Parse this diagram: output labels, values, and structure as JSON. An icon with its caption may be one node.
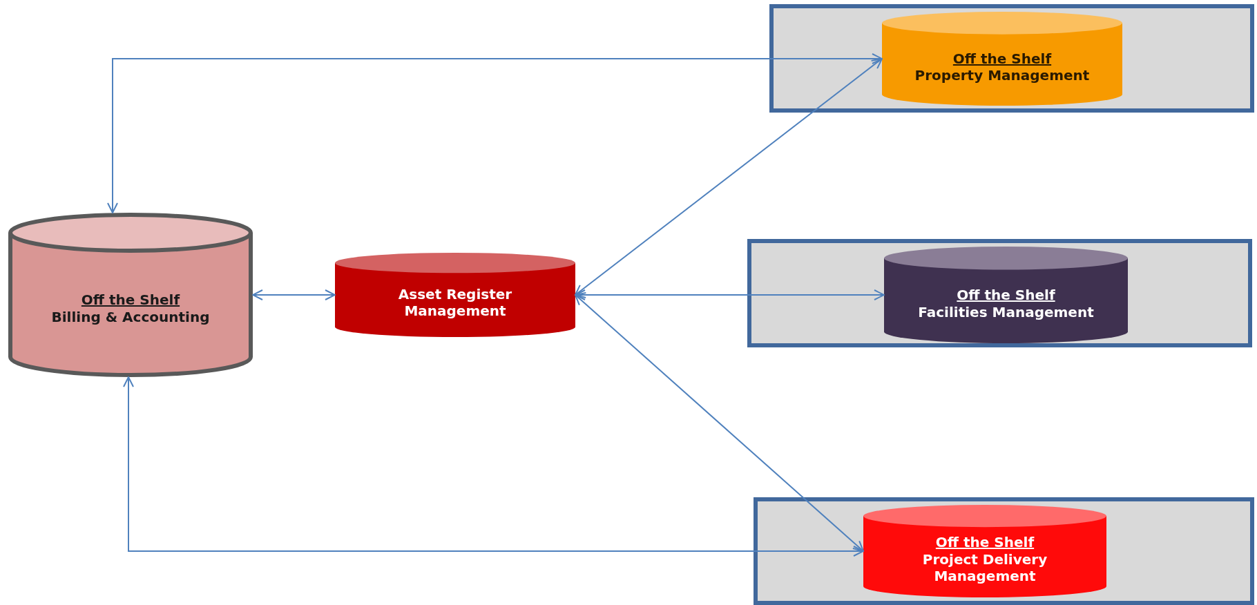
{
  "diagram": {
    "nodes": [
      {
        "text": [],
        "shape": "box"
      },
      {
        "text": [
          "Off the Shelf",
          "Property Management"
        ],
        "in": 0
      },
      {
        "text": [],
        "shape": "box"
      },
      {
        "text": [
          "Off the Shelf",
          "Facilities Management"
        ],
        "in": 2
      },
      {
        "text": [],
        "shape": "box"
      },
      {
        "text": [
          "Off the Shelf",
          "Project Delivery Management"
        ],
        "in": 4
      },
      {
        "text": [
          "Off the Shelf",
          "Billing & Accounting"
        ]
      },
      {
        "text": [
          "Asset Register Management"
        ]
      }
    ],
    "edges": [
      {
        "from": 6,
        "to": 7,
        "arrow": "both"
      },
      {
        "from": 7,
        "to": 1,
        "arrow": "both"
      },
      {
        "from": 7,
        "to": 3,
        "arrow": "both"
      },
      {
        "from": 7,
        "to": 5,
        "arrow": "both"
      },
      {
        "from": 6,
        "to": 1,
        "arrow": "both"
      },
      {
        "from": 6,
        "to": 5,
        "arrow": "both"
      }
    ]
  }
}
